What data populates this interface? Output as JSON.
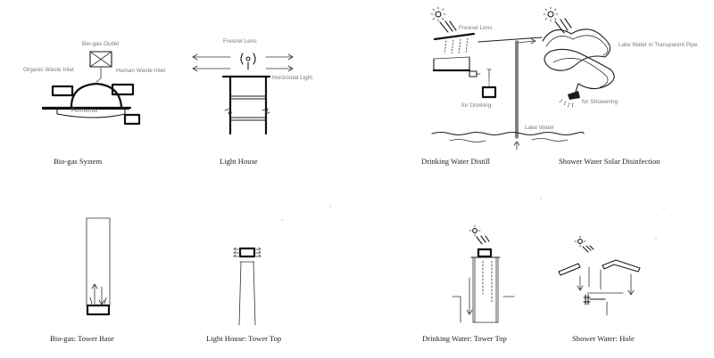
{
  "sketches": {
    "biogas_system": {
      "caption": "Bio-gas System",
      "labels": {
        "outlet": "Bio-gas Outlet",
        "organic": "Organic Waste Inlet",
        "human": "Human Waste Inlet",
        "fermenter": "Fermenter"
      }
    },
    "light_house": {
      "caption": "Light House",
      "labels": {
        "fresnel": "Fresnel Lens",
        "horizontal": "Horizontal Light"
      }
    },
    "drinking_water": {
      "caption": "Drinking Water Distill",
      "labels": {
        "fresnel": "Fresnel Lens",
        "drinking": "for Drinking",
        "lake": "Lake Water"
      }
    },
    "shower_water": {
      "caption": "Shower Water Solar Disinfection",
      "labels": {
        "lake_pipe": "Lake Water in Transparent Pipe",
        "showering": "for Showering"
      }
    },
    "biogas_tower": {
      "caption": "Bio-gas: Tower Base"
    },
    "lighthouse_tower": {
      "caption": "Light House: Tower Top"
    },
    "drinking_tower": {
      "caption": "Drinking Water: Tower Top"
    },
    "shower_hole": {
      "caption": "Shower Water: Hole"
    }
  }
}
